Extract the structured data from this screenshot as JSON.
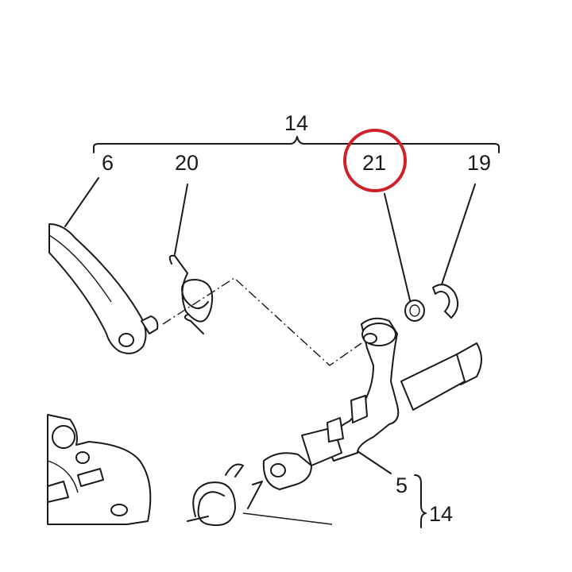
{
  "labels": {
    "assembly": "14",
    "part_6": "6",
    "part_20": "20",
    "part_21": "21",
    "part_19": "19",
    "part_5": "5",
    "assembly_ref": "14"
  },
  "highlight": {
    "target": "21",
    "color": "#d0202a"
  },
  "colors": {
    "line": "#1a1a1a",
    "background": "#ffffff"
  }
}
